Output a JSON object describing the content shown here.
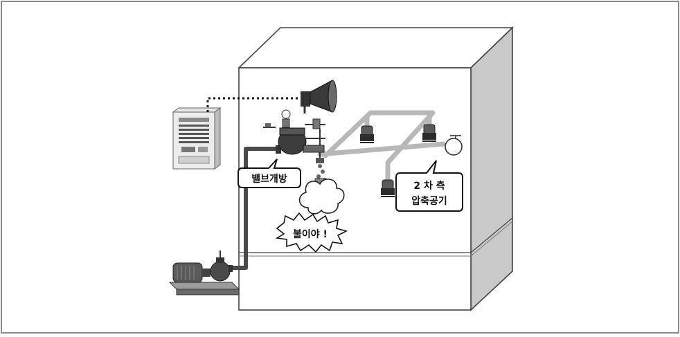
{
  "labels": {
    "valve_open": "밸브개방",
    "fire": "불이야 !",
    "secondary_line1": "2 차 측",
    "secondary_line2": "압축공기"
  },
  "colors": {
    "pipe_gray": "#b4b4b4",
    "pipe_dark": "#4a4a4a",
    "wall_front": "#ffffff",
    "wall_top": "#ffffff",
    "wall_side": "#c8c8c8"
  }
}
